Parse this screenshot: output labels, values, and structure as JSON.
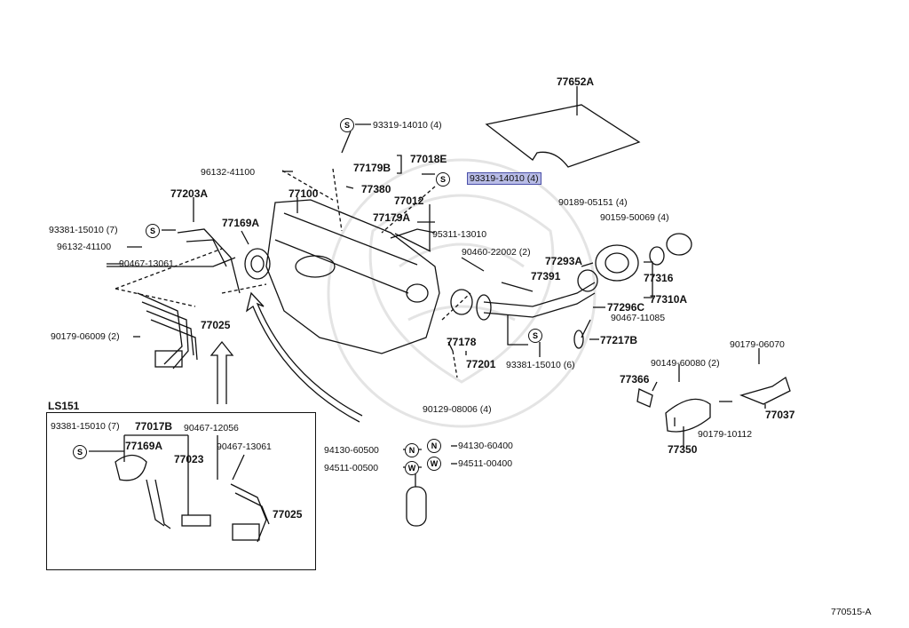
{
  "diagram": {
    "drawing_code": "770515-A",
    "inset_title": "LS151",
    "labels": {
      "p77652A": "77652A",
      "p93319_top": "93319-14010 (4)",
      "p77018E": "77018E",
      "p77179B": "77179B",
      "p96132_top": "96132-41100",
      "p77380": "77380",
      "p93319_hl": "93319-14010 (4)",
      "p77203A": "77203A",
      "p77100": "77100",
      "p77012": "77012",
      "p77179A": "77179A",
      "p77169A": "77169A",
      "p93381_left": "93381-15010 (7)",
      "p96132_left": "96132-41100",
      "p90467_13061": "90467-13061",
      "p95311": "95311-13010",
      "p90460": "90460-22002 (2)",
      "p90189": "90189-05151 (4)",
      "p90159": "90159-50069 (4)",
      "p77293A": "77293A",
      "p77391": "77391",
      "p77316": "77316",
      "p77310A": "77310A",
      "p77296C": "77296C",
      "p90467_11085": "90467-11085",
      "p77025": "77025",
      "p90179_06009": "90179-06009 (2)",
      "p77178": "77178",
      "p77217B": "77217B",
      "p77201": "77201",
      "p93381_mid": "93381-15010 (6)",
      "p90179_06070": "90179-06070",
      "p90149": "90149-60080 (2)",
      "p77366": "77366",
      "p90129": "90129-08006 (4)",
      "p77037": "77037",
      "p90179_10112": "90179-10112",
      "p77350": "77350",
      "p94130_left": "94130-60500",
      "p94130_right": "94130-60400",
      "p94511_left": "94511-00500",
      "p94511_right": "94511-00400",
      "i93381": "93381-15010 (7)",
      "i77017B": "77017B",
      "i90467_12056": "90467-12056",
      "i77169A": "77169A",
      "i77023": "77023",
      "i90467_13061": "90467-13061",
      "i77025": "77025"
    },
    "symbols": {
      "S": "S",
      "N": "N",
      "W": "W"
    }
  }
}
